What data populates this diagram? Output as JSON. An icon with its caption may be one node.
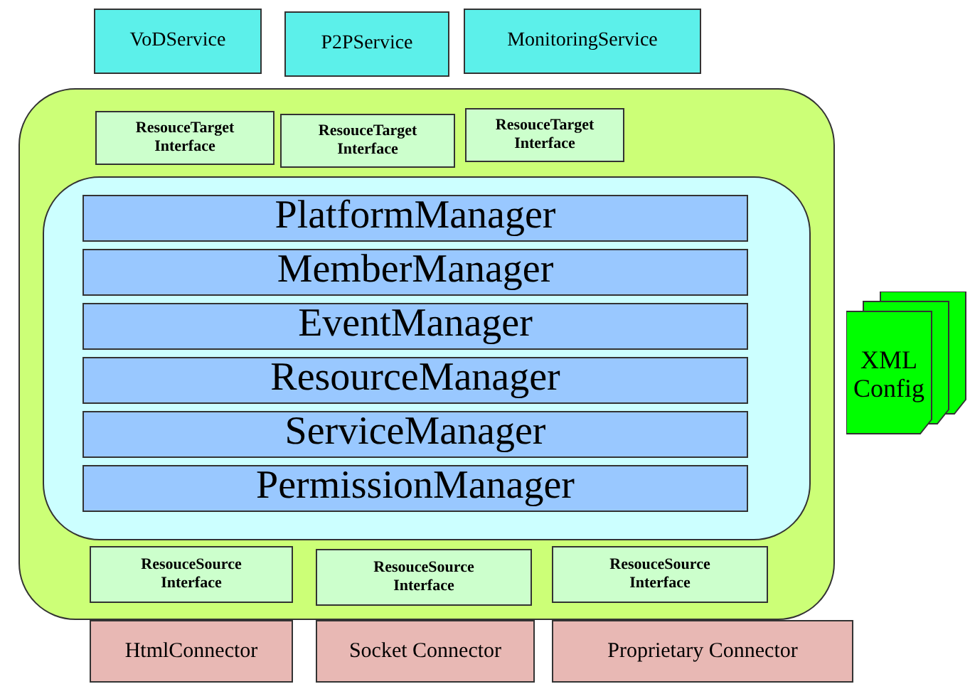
{
  "diagram": {
    "nodes": [
      {
        "text": [
          "VoDService"
        ]
      },
      {
        "text": [
          "P2PService"
        ]
      },
      {
        "text": [
          "MonitoringService"
        ]
      },
      {
        "text": [],
        "shape": "box"
      },
      {
        "text": [
          "ResouceTarget Interface"
        ],
        "in": 3
      },
      {
        "text": [
          "ResouceTarget Interface"
        ],
        "in": 3
      },
      {
        "text": [
          "ResouceTarget Interface"
        ],
        "in": 3
      },
      {
        "text": [],
        "shape": "box",
        "in": 3
      },
      {
        "text": [
          "PlatformManager"
        ],
        "in": 7
      },
      {
        "text": [
          "MemberManager"
        ],
        "in": 7
      },
      {
        "text": [
          "EventManager"
        ],
        "in": 7
      },
      {
        "text": [
          "ResourceManager"
        ],
        "in": 7
      },
      {
        "text": [
          "ServiceManager"
        ],
        "in": 7
      },
      {
        "text": [
          "PermissionManager"
        ],
        "in": 7
      },
      {
        "text": [
          "ResouceSource Interface"
        ],
        "in": 3
      },
      {
        "text": [
          "ResouceSource Interface"
        ],
        "in": 3
      },
      {
        "text": [
          "ResouceSource Interface"
        ],
        "in": 3
      },
      {
        "text": [
          "HtmlConnector"
        ]
      },
      {
        "text": [
          "Socket Connector"
        ]
      },
      {
        "text": [
          "Proprietary Connector"
        ]
      },
      {
        "text": [
          "XML Config"
        ]
      }
    ]
  }
}
